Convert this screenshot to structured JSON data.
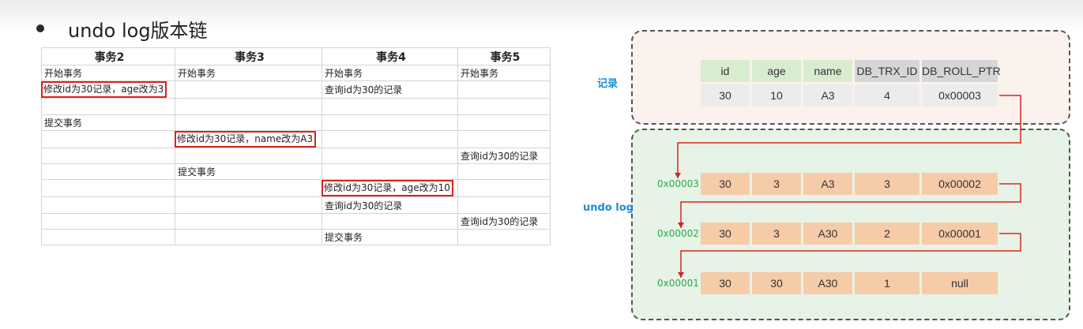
{
  "page": {
    "title": "undo log版本链"
  },
  "txn_table": {
    "headers": [
      "事务2",
      "事务3",
      "事务4",
      "事务5"
    ],
    "rows": [
      [
        "开始事务",
        "开始事务",
        "开始事务",
        "开始事务"
      ],
      [
        "修改id为30记录，age改为3",
        "",
        "查询id为30的记录",
        ""
      ],
      [
        "",
        "",
        "",
        ""
      ],
      [
        "提交事务",
        "",
        "",
        ""
      ],
      [
        "",
        "修改id为30记录，name改为A3",
        "",
        ""
      ],
      [
        "",
        "",
        "",
        "查询id为30的记录"
      ],
      [
        "",
        "提交事务",
        "",
        ""
      ],
      [
        "",
        "",
        "修改id为30记录，age改为10",
        ""
      ],
      [
        "",
        "",
        "查询id为30的记录",
        ""
      ],
      [
        "",
        "",
        "",
        "查询id为30的记录"
      ],
      [
        "",
        "",
        "提交事务",
        ""
      ]
    ],
    "highlighted": [
      [
        1,
        0
      ],
      [
        4,
        1
      ],
      [
        7,
        2
      ]
    ]
  },
  "diagram": {
    "record_label": "记录",
    "undo_label": "undo log",
    "record": {
      "headers": [
        "id",
        "age",
        "name",
        "DB_TRX_ID",
        "DB_ROLL_PTR"
      ],
      "values": [
        "30",
        "10",
        "A3",
        "4",
        "0x00003"
      ]
    },
    "undo_rows": [
      {
        "addr": "0x00003",
        "values": [
          "30",
          "3",
          "A3",
          "3",
          "0x00002"
        ]
      },
      {
        "addr": "0x00002",
        "values": [
          "30",
          "3",
          "A30",
          "2",
          "0x00001"
        ]
      },
      {
        "addr": "0x00001",
        "values": [
          "30",
          "30",
          "A30",
          "1",
          "null"
        ]
      }
    ],
    "colors": {
      "arrow": "#d9241b",
      "record_bg": "#fbf1ed",
      "undo_bg": "#e6f3e6",
      "undo_cell": "#f6cba8",
      "label_blue": "#1a8fd6",
      "addr_green": "#2fa84f"
    }
  }
}
